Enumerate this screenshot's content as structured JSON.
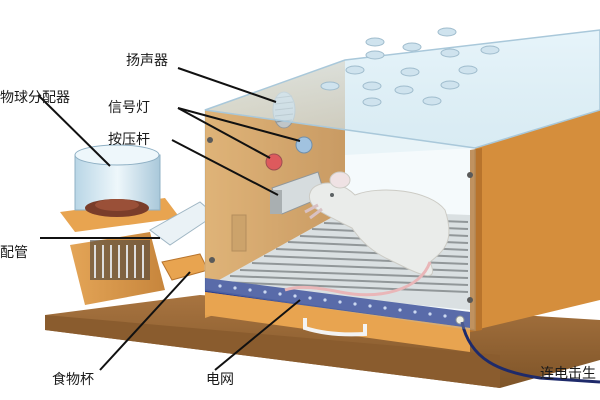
{
  "labels": {
    "pellet_dispenser": "物球分配器",
    "speaker": "扬声器",
    "signal_light": "信号灯",
    "lever": "按压杆",
    "tube": "配管",
    "food_cup": "食物杯",
    "grid": "电网",
    "shock": "连电击生"
  },
  "colors": {
    "wood": "#d9913f",
    "wood_dark": "#b8742c",
    "glass": "#d8eef6",
    "base": "#9b6b3a",
    "grid_bar": "#7a7a7a",
    "red_light": "#e0282a",
    "blue_light": "#8fb4d8",
    "rat": "#f1ece6"
  }
}
